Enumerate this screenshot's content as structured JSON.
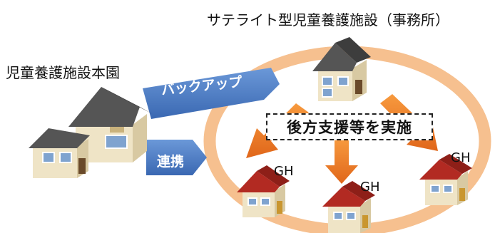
{
  "labels": {
    "main_facility": "児童養護施設本園",
    "satellite_facility": "サテライト型児童養護施設（事務所）",
    "backup": "バックアップ",
    "cooperation": "連携",
    "support": "後方支援等を実施",
    "gh": [
      "GH",
      "GH",
      "GH"
    ]
  },
  "colors": {
    "ring": "#f6c08f",
    "arrow_orange": "#ef7b1f",
    "arrow_blue": "#4a7bc6",
    "roof_dark": "#505050",
    "roof_red": "#b22a22",
    "wall": "#efe4c6"
  }
}
